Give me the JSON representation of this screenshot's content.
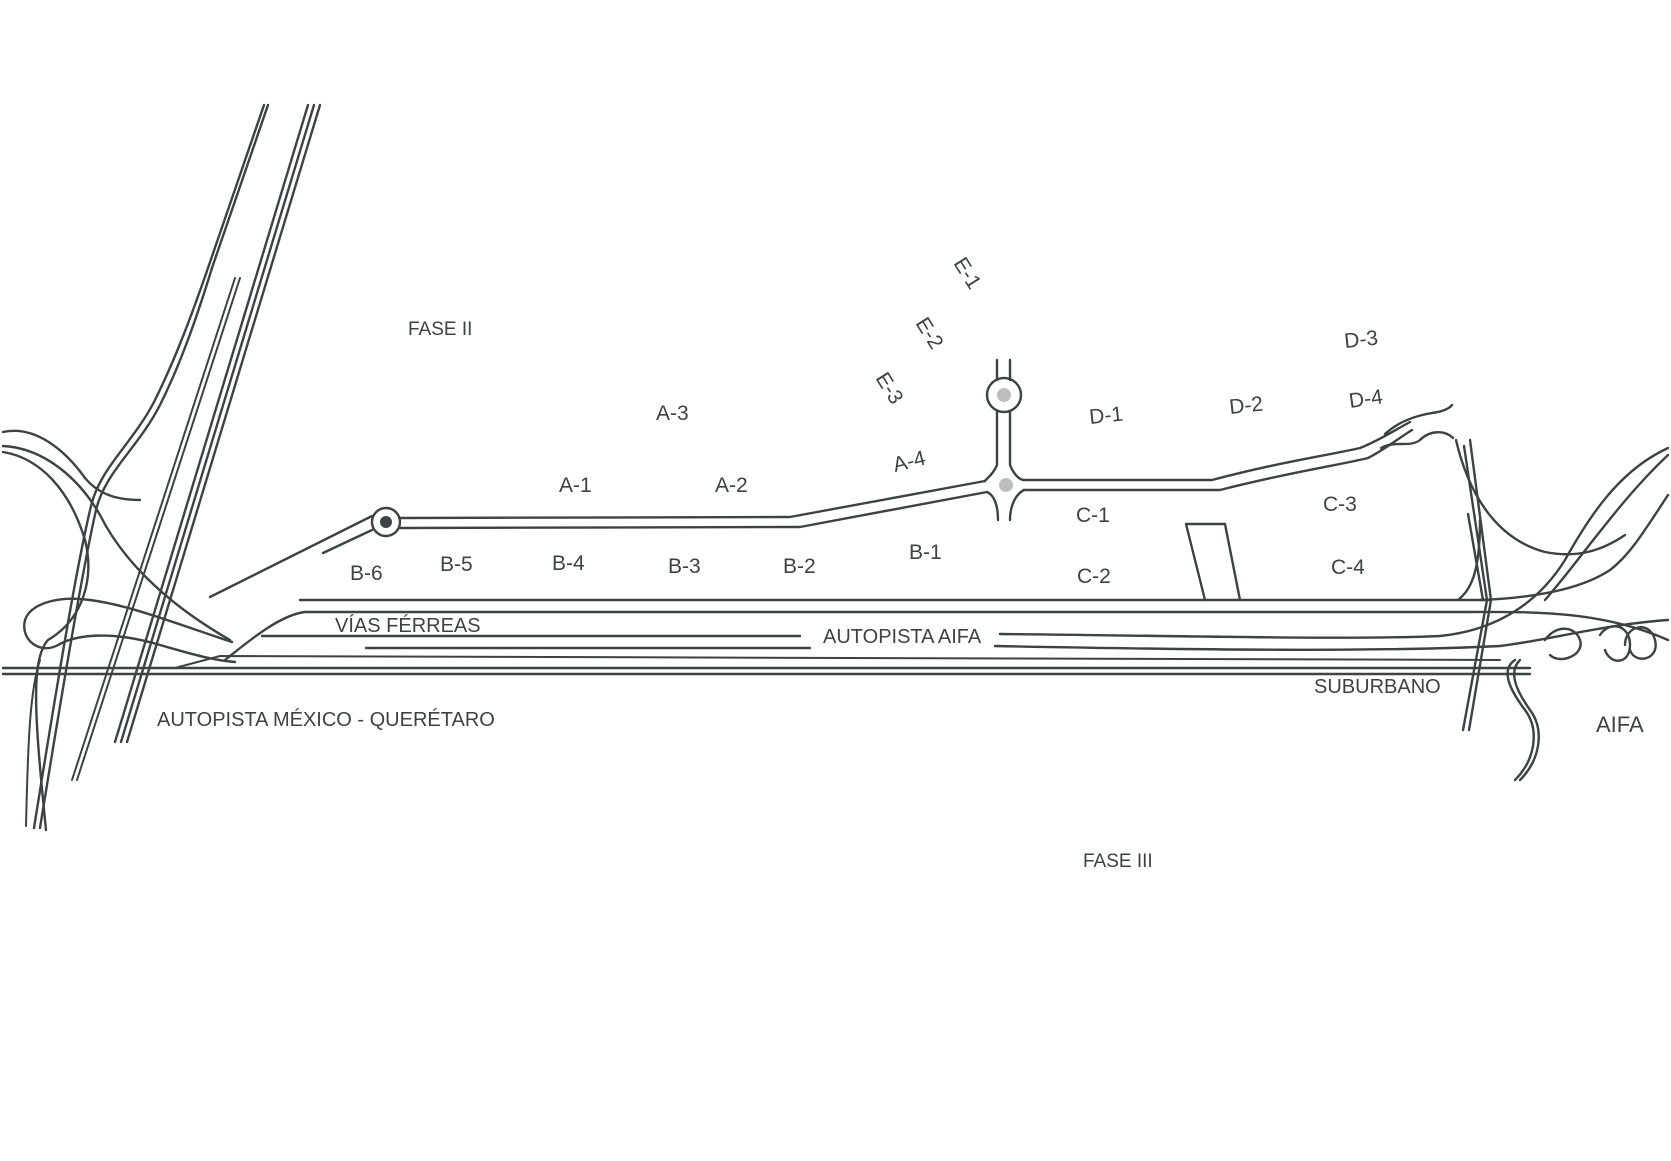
{
  "colors": {
    "line": "#3c4342",
    "node_dark": "#3c4342",
    "node_light": "#bdbdbd",
    "background": "#ffffff"
  },
  "zones": {
    "fase_ii": "FASE II",
    "fase_iii": "FASE III",
    "aifa": "AIFA"
  },
  "roads": {
    "vias_ferreas": "VÍAS FÉRREAS",
    "autopista_aifa": "AUTOPISTA  AIFA",
    "suburbano": "SUBURBANO",
    "autopista_mexico_queretaro": "AUTOPISTA  MÉXICO - QUERÉTARO"
  },
  "lots": {
    "a1": "A-1",
    "a2": "A-2",
    "a3": "A-3",
    "a4": "A-4",
    "b1": "B-1",
    "b2": "B-2",
    "b3": "B-3",
    "b4": "B-4",
    "b5": "B-5",
    "b6": "B-6",
    "c1": "C-1",
    "c2": "C-2",
    "c3": "C-3",
    "c4": "C-4",
    "d1": "D-1",
    "d2": "D-2",
    "d3": "D-3",
    "d4": "D-4",
    "e1": "E-1",
    "e2": "E-2",
    "e3": "E-3"
  }
}
